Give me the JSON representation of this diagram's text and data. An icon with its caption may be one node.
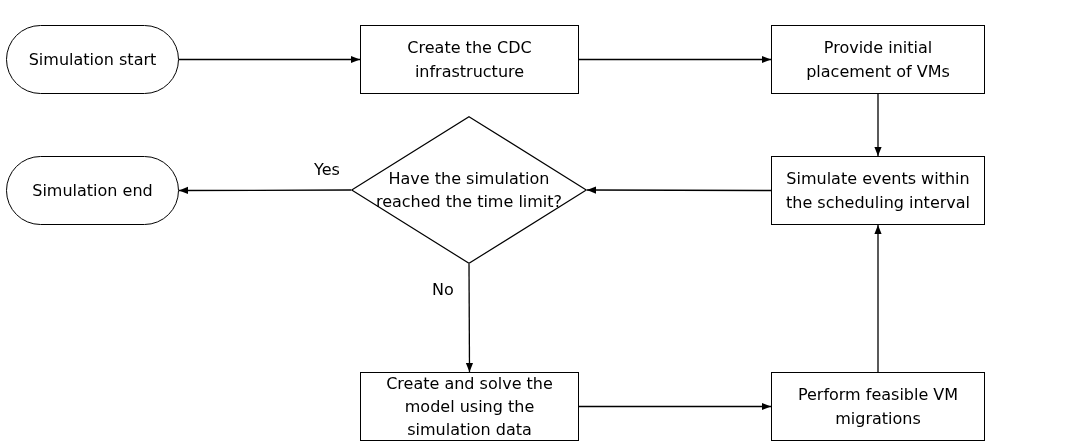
{
  "diagram": {
    "nodes": [
      {
        "text": [
          "Simulation start"
        ]
      },
      {
        "text": [
          "Create the CDC infrastructure"
        ]
      },
      {
        "text": [
          "Provide initial placement of VMs"
        ]
      },
      {
        "text": [
          "Simulation end"
        ]
      },
      {
        "text": [
          "Have the simulation reached the time limit?"
        ]
      },
      {
        "text": [
          "Simulate events within the scheduling interval"
        ]
      },
      {
        "text": [
          "Create and solve the model using the simulation data"
        ]
      },
      {
        "text": [
          "Perform feasible VM migrations"
        ]
      }
    ],
    "edges": [
      {
        "from": 0,
        "to": 1,
        "arrow": "to"
      },
      {
        "from": 1,
        "to": 2,
        "arrow": "to"
      },
      {
        "from": 2,
        "to": 5,
        "arrow": "to"
      },
      {
        "from": 5,
        "to": 4,
        "arrow": "to"
      },
      {
        "from": 4,
        "to": 3,
        "label": "Yes",
        "arrow": "to"
      },
      {
        "from": 4,
        "to": 6,
        "label": "No",
        "arrow": "to"
      },
      {
        "from": 6,
        "to": 7,
        "arrow": "to"
      },
      {
        "from": 7,
        "to": 5,
        "arrow": "to"
      }
    ]
  }
}
